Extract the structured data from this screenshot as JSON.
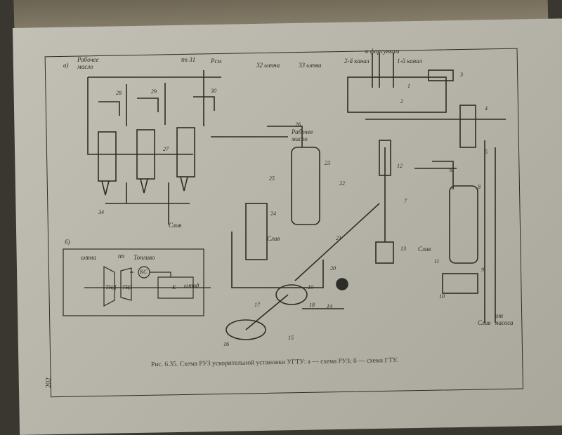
{
  "caption": "Рис. 6.35. Схема РУЗ ускорительной установки УГТУ: а — схема РУЗ; б — схема ГТУ.",
  "page_number": "202",
  "diagram_a": {
    "panel_label": "а)",
    "working_oil_top": "Рабочее масло",
    "working_oil_mid": "Рабочее масло",
    "t_label": "tт 31",
    "p_label": "Pсм",
    "omega_tna": "32 ωтна",
    "omega_tva": "33 ωтва",
    "to_injectors": "к форсункам",
    "channel_2": "2-й канал",
    "channel_1": "1-й канал",
    "drain": "Слив",
    "from_pump": "от насоса",
    "numbers": [
      "1",
      "2",
      "3",
      "4",
      "5",
      "6",
      "7",
      "8",
      "9",
      "10",
      "11",
      "12",
      "13",
      "14",
      "15",
      "16",
      "17",
      "18",
      "19",
      "20",
      "21",
      "22",
      "23",
      "24",
      "25",
      "26",
      "27",
      "28",
      "29",
      "30",
      "34"
    ]
  },
  "diagram_b": {
    "panel_label": "б)",
    "omega_tna": "ωтна",
    "t_label": "tт",
    "fuel": "Топливо",
    "combustor": "КС",
    "tnd": "ТНД",
    "tvd": "ТВД",
    "compressor": "К",
    "omega_tvd": "ωтвд"
  }
}
